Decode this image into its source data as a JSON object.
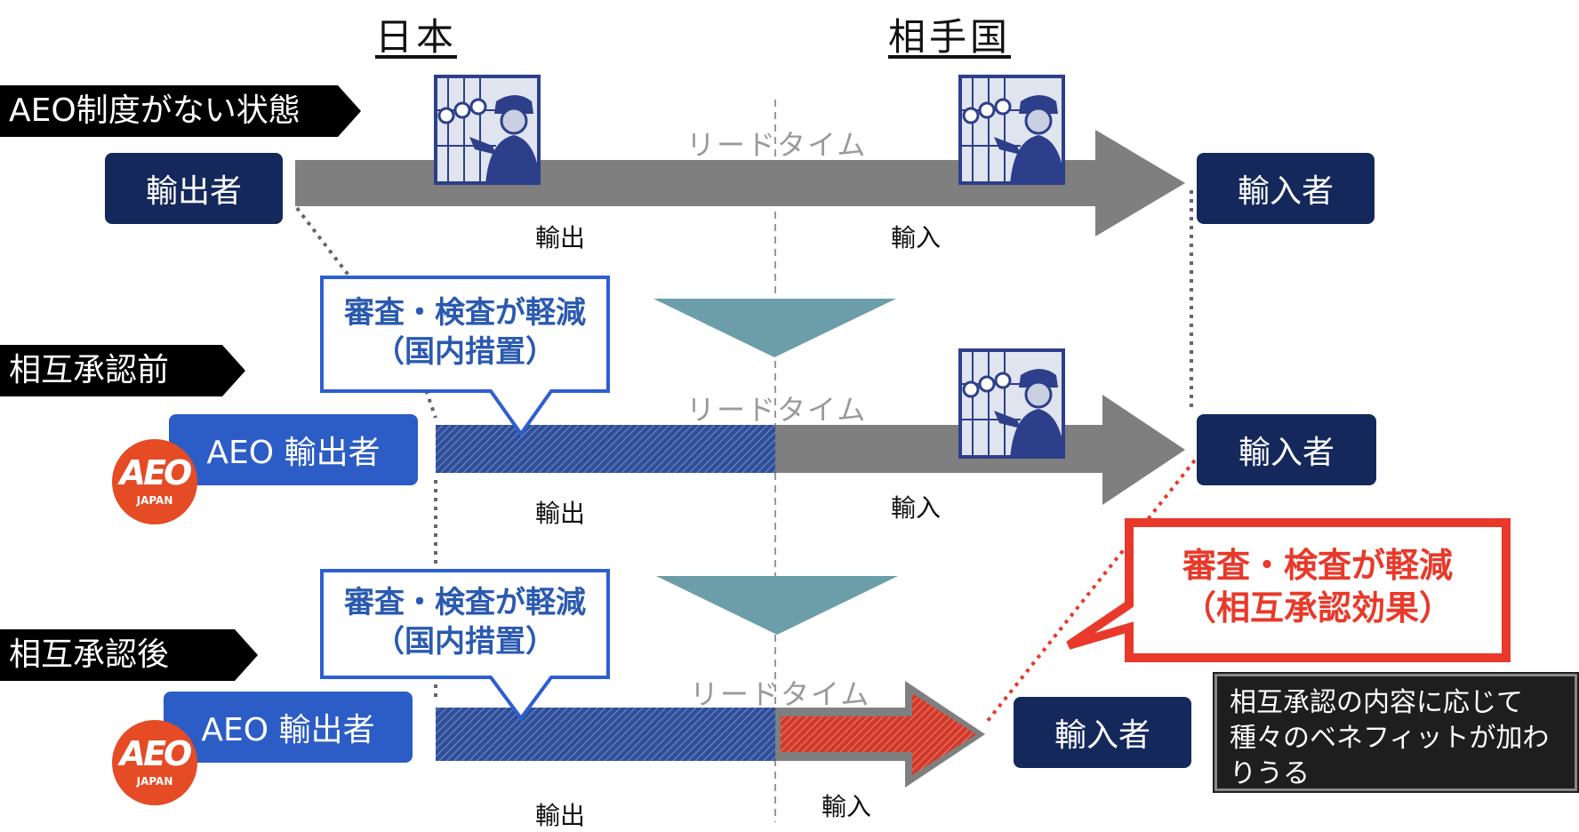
{
  "columns": {
    "japan": "日本",
    "partner": "相手国"
  },
  "rows": {
    "no_aeo": {
      "tag": "AEO制度がない状態",
      "exporter": "輸出者",
      "importer": "輸入者",
      "lead_time": "リードタイム",
      "export": "輸出",
      "import": "輸入"
    },
    "before": {
      "tag": "相互承認前",
      "exporter": "AEO 輸出者",
      "importer": "輸入者",
      "lead_time": "リードタイム",
      "export": "輸出",
      "import": "輸入"
    },
    "after": {
      "tag": "相互承認後",
      "exporter": "AEO 輸出者",
      "importer": "輸入者",
      "lead_time": "リードタイム",
      "export": "輸出",
      "import": "輸入"
    }
  },
  "callouts": {
    "domestic_1": {
      "line1": "審査・検査が軽減",
      "line2": "（国内措置）"
    },
    "domestic_2": {
      "line1": "審査・検査が軽減",
      "line2": "（国内措置）"
    },
    "mutual": {
      "line1": "審査・検査が軽減",
      "line2": "（相互承認効果）"
    }
  },
  "note": {
    "line1": "相互承認の内容に応じて",
    "line2": "種々のベネフィットが加わりうる"
  },
  "badge": {
    "main": "AEO",
    "sub": "JAPAN"
  },
  "icons": {
    "inspector": "customs-inspector-icon"
  },
  "colors": {
    "navy": "#14285c",
    "blue": "#2c5cc5",
    "gray_arrow": "#7f7f7f",
    "teal": "#6b9ea8",
    "red": "#e8392a"
  }
}
